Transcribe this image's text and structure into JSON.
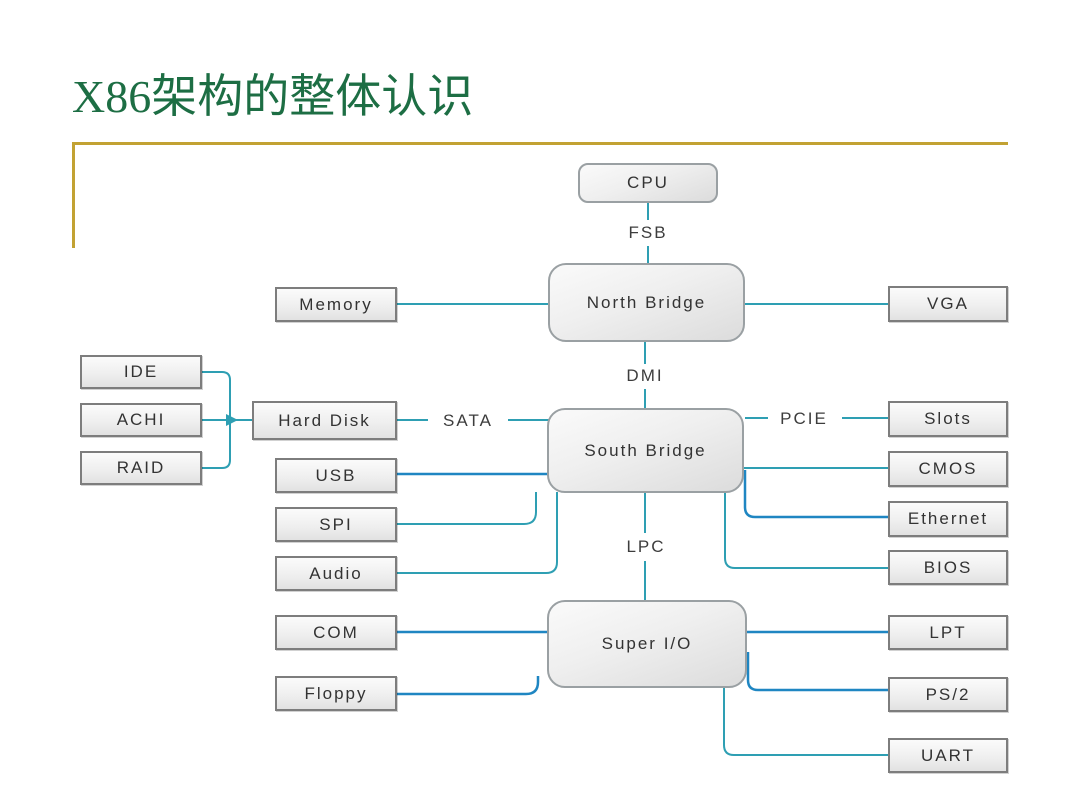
{
  "slide": {
    "title": "X86架构的整体认识"
  },
  "colors": {
    "title_green": "#1d6e44",
    "rule_gold": "#c2a233",
    "connector_teal": "#2e9fb3",
    "connector_blue": "#1f86c2",
    "box_border": "#7d7d7d",
    "bridge_border": "#9aa0a3",
    "box_text": "#333333"
  },
  "nodes": {
    "cpu": {
      "label": "CPU"
    },
    "north_bridge": {
      "label": "North Bridge"
    },
    "south_bridge": {
      "label": "South Bridge"
    },
    "super_io": {
      "label": "Super I/O"
    },
    "memory": {
      "label": "Memory"
    },
    "vga": {
      "label": "VGA"
    },
    "ide": {
      "label": "IDE"
    },
    "achi": {
      "label": "ACHI"
    },
    "raid": {
      "label": "RAID"
    },
    "hard_disk": {
      "label": "Hard Disk"
    },
    "usb": {
      "label": "USB"
    },
    "spi": {
      "label": "SPI"
    },
    "audio": {
      "label": "Audio"
    },
    "com": {
      "label": "COM"
    },
    "floppy": {
      "label": "Floppy"
    },
    "slots": {
      "label": "Slots"
    },
    "cmos": {
      "label": "CMOS"
    },
    "ethernet": {
      "label": "Ethernet"
    },
    "bios": {
      "label": "BIOS"
    },
    "lpt": {
      "label": "LPT"
    },
    "ps2": {
      "label": "PS/2"
    },
    "uart": {
      "label": "UART"
    }
  },
  "bus_labels": {
    "fsb": "FSB",
    "dmi": "DMI",
    "lpc": "LPC",
    "sata": "SATA",
    "pcie": "PCIE"
  }
}
